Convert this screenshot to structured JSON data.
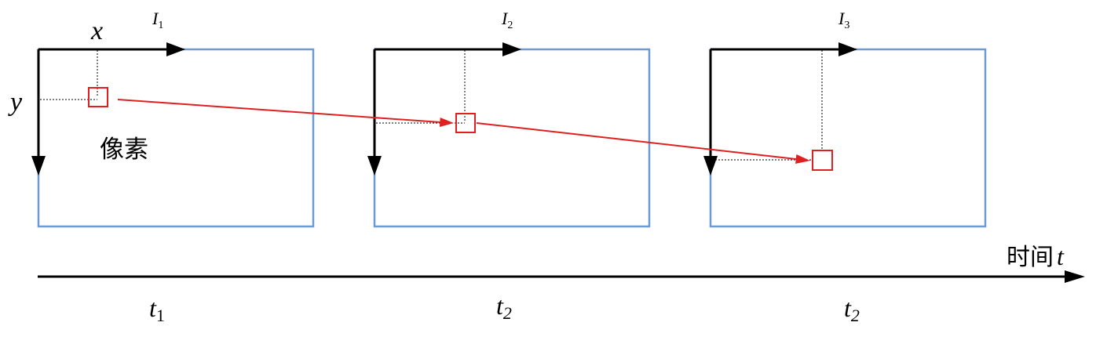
{
  "axes": {
    "x_label": "x",
    "y_label": "y"
  },
  "pixel_label": "像素",
  "frames": [
    {
      "image_letter": "I",
      "image_index": "1",
      "time_letter": "t",
      "time_index": "1"
    },
    {
      "image_letter": "I",
      "image_index": "2",
      "time_letter": "t",
      "time_index": "2"
    },
    {
      "image_letter": "I",
      "image_index": "3",
      "time_letter": "t",
      "time_index": "2"
    }
  ],
  "time_axis": {
    "label": "时间",
    "symbol": "t"
  },
  "colors": {
    "frame_border": "#6b9bd0",
    "pixel_box": "#e02020",
    "trajectory": "#e02020",
    "axis": "#000000"
  }
}
